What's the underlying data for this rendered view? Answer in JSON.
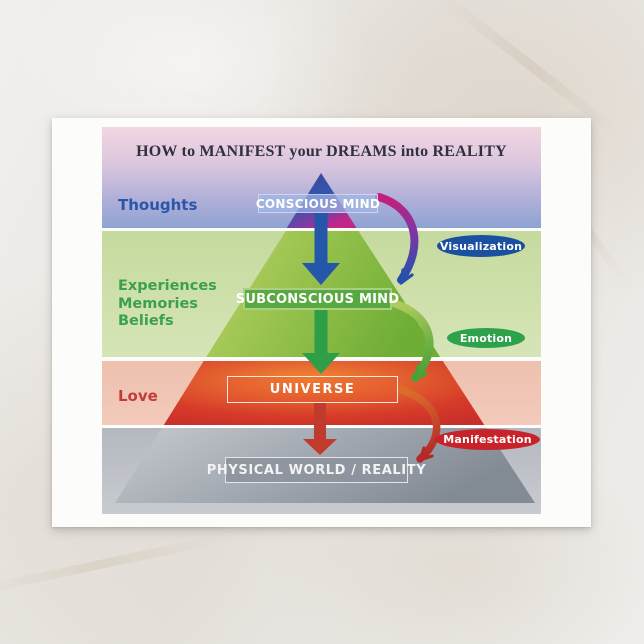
{
  "title": "HOW to MANIFEST your DREAMS into REALITY",
  "side_labels": {
    "thoughts": "Thoughts",
    "experiences": "Experiences",
    "memories": "Memories",
    "beliefs": "Beliefs",
    "love": "Love"
  },
  "label_colors": {
    "thoughts": "#2b55a9",
    "subconscious_group": "#3aa14e",
    "love": "#c43b38"
  },
  "levels": {
    "conscious": {
      "label": "CONSCIOUS MIND"
    },
    "subconscious": {
      "label": "SUBCONSCIOUS MIND"
    },
    "universe": {
      "label": "UNIVERSE"
    },
    "physical": {
      "label": "PHYSICAL WORLD / REALITY"
    }
  },
  "ovals": {
    "visualization": {
      "label": "Visualization",
      "color": "#1b4fa0"
    },
    "emotion": {
      "label": "Emotion",
      "color": "#2ea14b"
    },
    "manifestation": {
      "label": "Manifestation",
      "color": "#c8232b"
    }
  }
}
